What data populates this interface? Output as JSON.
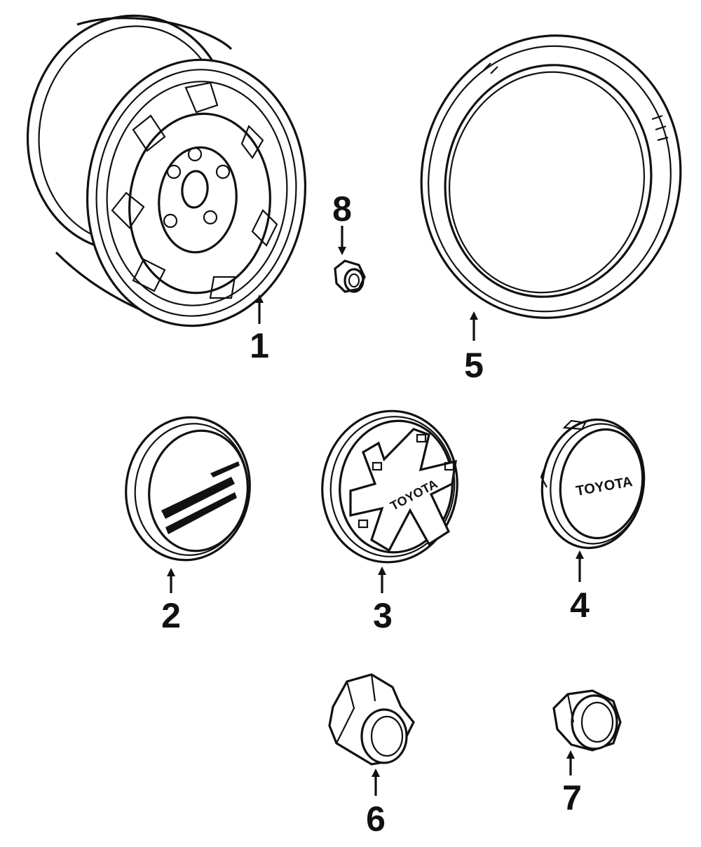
{
  "parts": [
    {
      "id": "wheel",
      "number": "1",
      "icon": "wheel-rim-icon"
    },
    {
      "id": "center-cap-chrome",
      "number": "2",
      "icon": "center-cap-stripe-icon"
    },
    {
      "id": "center-cap-spoke",
      "number": "3",
      "icon": "center-cap-spoke-icon",
      "logo_text": "TOYOTA"
    },
    {
      "id": "center-cap-logo",
      "number": "4",
      "icon": "center-cap-logo-icon",
      "logo_text": "TOYOTA"
    },
    {
      "id": "trim-ring",
      "number": "5",
      "icon": "trim-ring-icon"
    },
    {
      "id": "hub-cap",
      "number": "6",
      "icon": "hub-cap-icon"
    },
    {
      "id": "lug-nut-cap",
      "number": "7",
      "icon": "lug-nut-cap-icon"
    },
    {
      "id": "lug-nut",
      "number": "8",
      "icon": "lug-nut-icon"
    }
  ],
  "colors": {
    "line": "#111111",
    "background": "#ffffff"
  }
}
